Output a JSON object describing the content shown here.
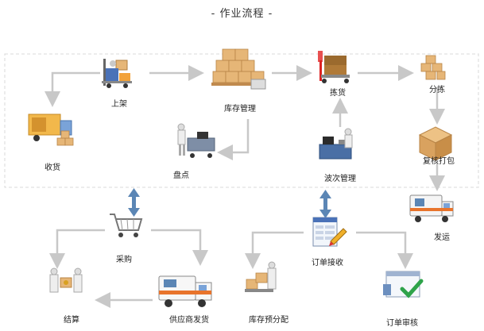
{
  "title": "- 作业流程 -",
  "nodes": {
    "putaway": "上架",
    "inventory": "库存管理",
    "picking": "拣货",
    "sorting": "分拣",
    "receiving": "收货",
    "stocktake": "盘点",
    "wave": "波次管理",
    "recheck_pack": "复核打包",
    "shipping": "发运",
    "purchase": "采购",
    "order_receive": "订单接收",
    "settlement": "结算",
    "supplier_ship": "供应商发货",
    "stock_prealloc": "库存预分配",
    "order_audit": "订单审核"
  },
  "colors": {
    "arrow": "#c8c8c8",
    "link_arrow": "#5b86b5",
    "dashed_border": "#d8d8d8",
    "box_tan": "#e6b677",
    "truck_orange": "#e8742c"
  }
}
